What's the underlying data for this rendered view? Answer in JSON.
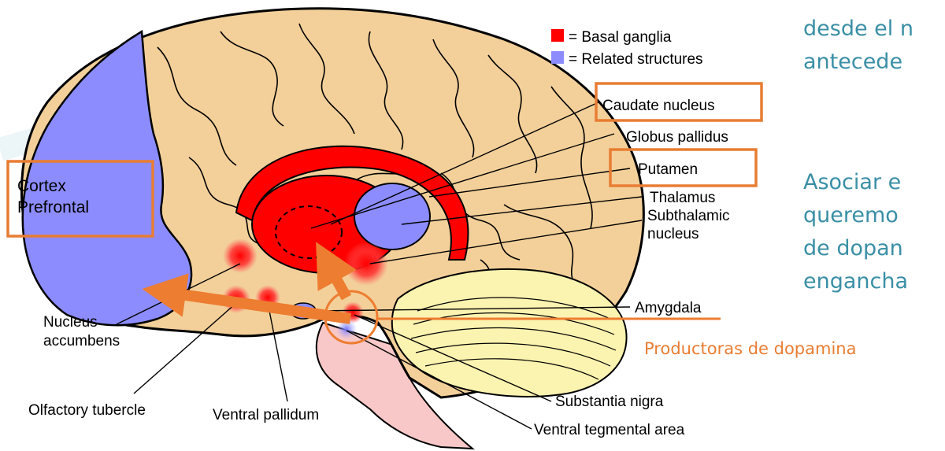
{
  "legend": {
    "basal": "= Basal ganglia",
    "related": "= Related structures",
    "colors": {
      "basal": "#ff0000",
      "related": "#8c8cff"
    }
  },
  "labels": {
    "caudate": "Caudate nucleus",
    "globus": "Globus pallidus",
    "putamen": "Putamen",
    "thalamus": "Thalamus",
    "subthalamic_1": "Subthalamic",
    "subthalamic_2": "nucleus",
    "amygdala": "Amygdala",
    "accumbens_1": "Nucleus",
    "accumbens_2": "accumbens",
    "olfactory": "Olfactory tubercle",
    "pallidum": "Ventral pallidum",
    "nigra": "Substantia nigra",
    "vta": "Ventral tegmental area",
    "cortex_1": "Cortex",
    "cortex_2": "Prefrontal",
    "dopamine": "Productoras de dopamina"
  },
  "slide_text": {
    "line1": "desde el n",
    "line2": "antecede",
    "line3": "Asociar e",
    "line4": "queremo",
    "line5": "de dopan",
    "line6": "engancha"
  },
  "colors": {
    "accent": "#e87d33",
    "slide_text": "#3a8fa6",
    "brain": "#f3d09a",
    "cerebellum": "#fbf3b0",
    "brainstem": "#f8c8c8"
  }
}
